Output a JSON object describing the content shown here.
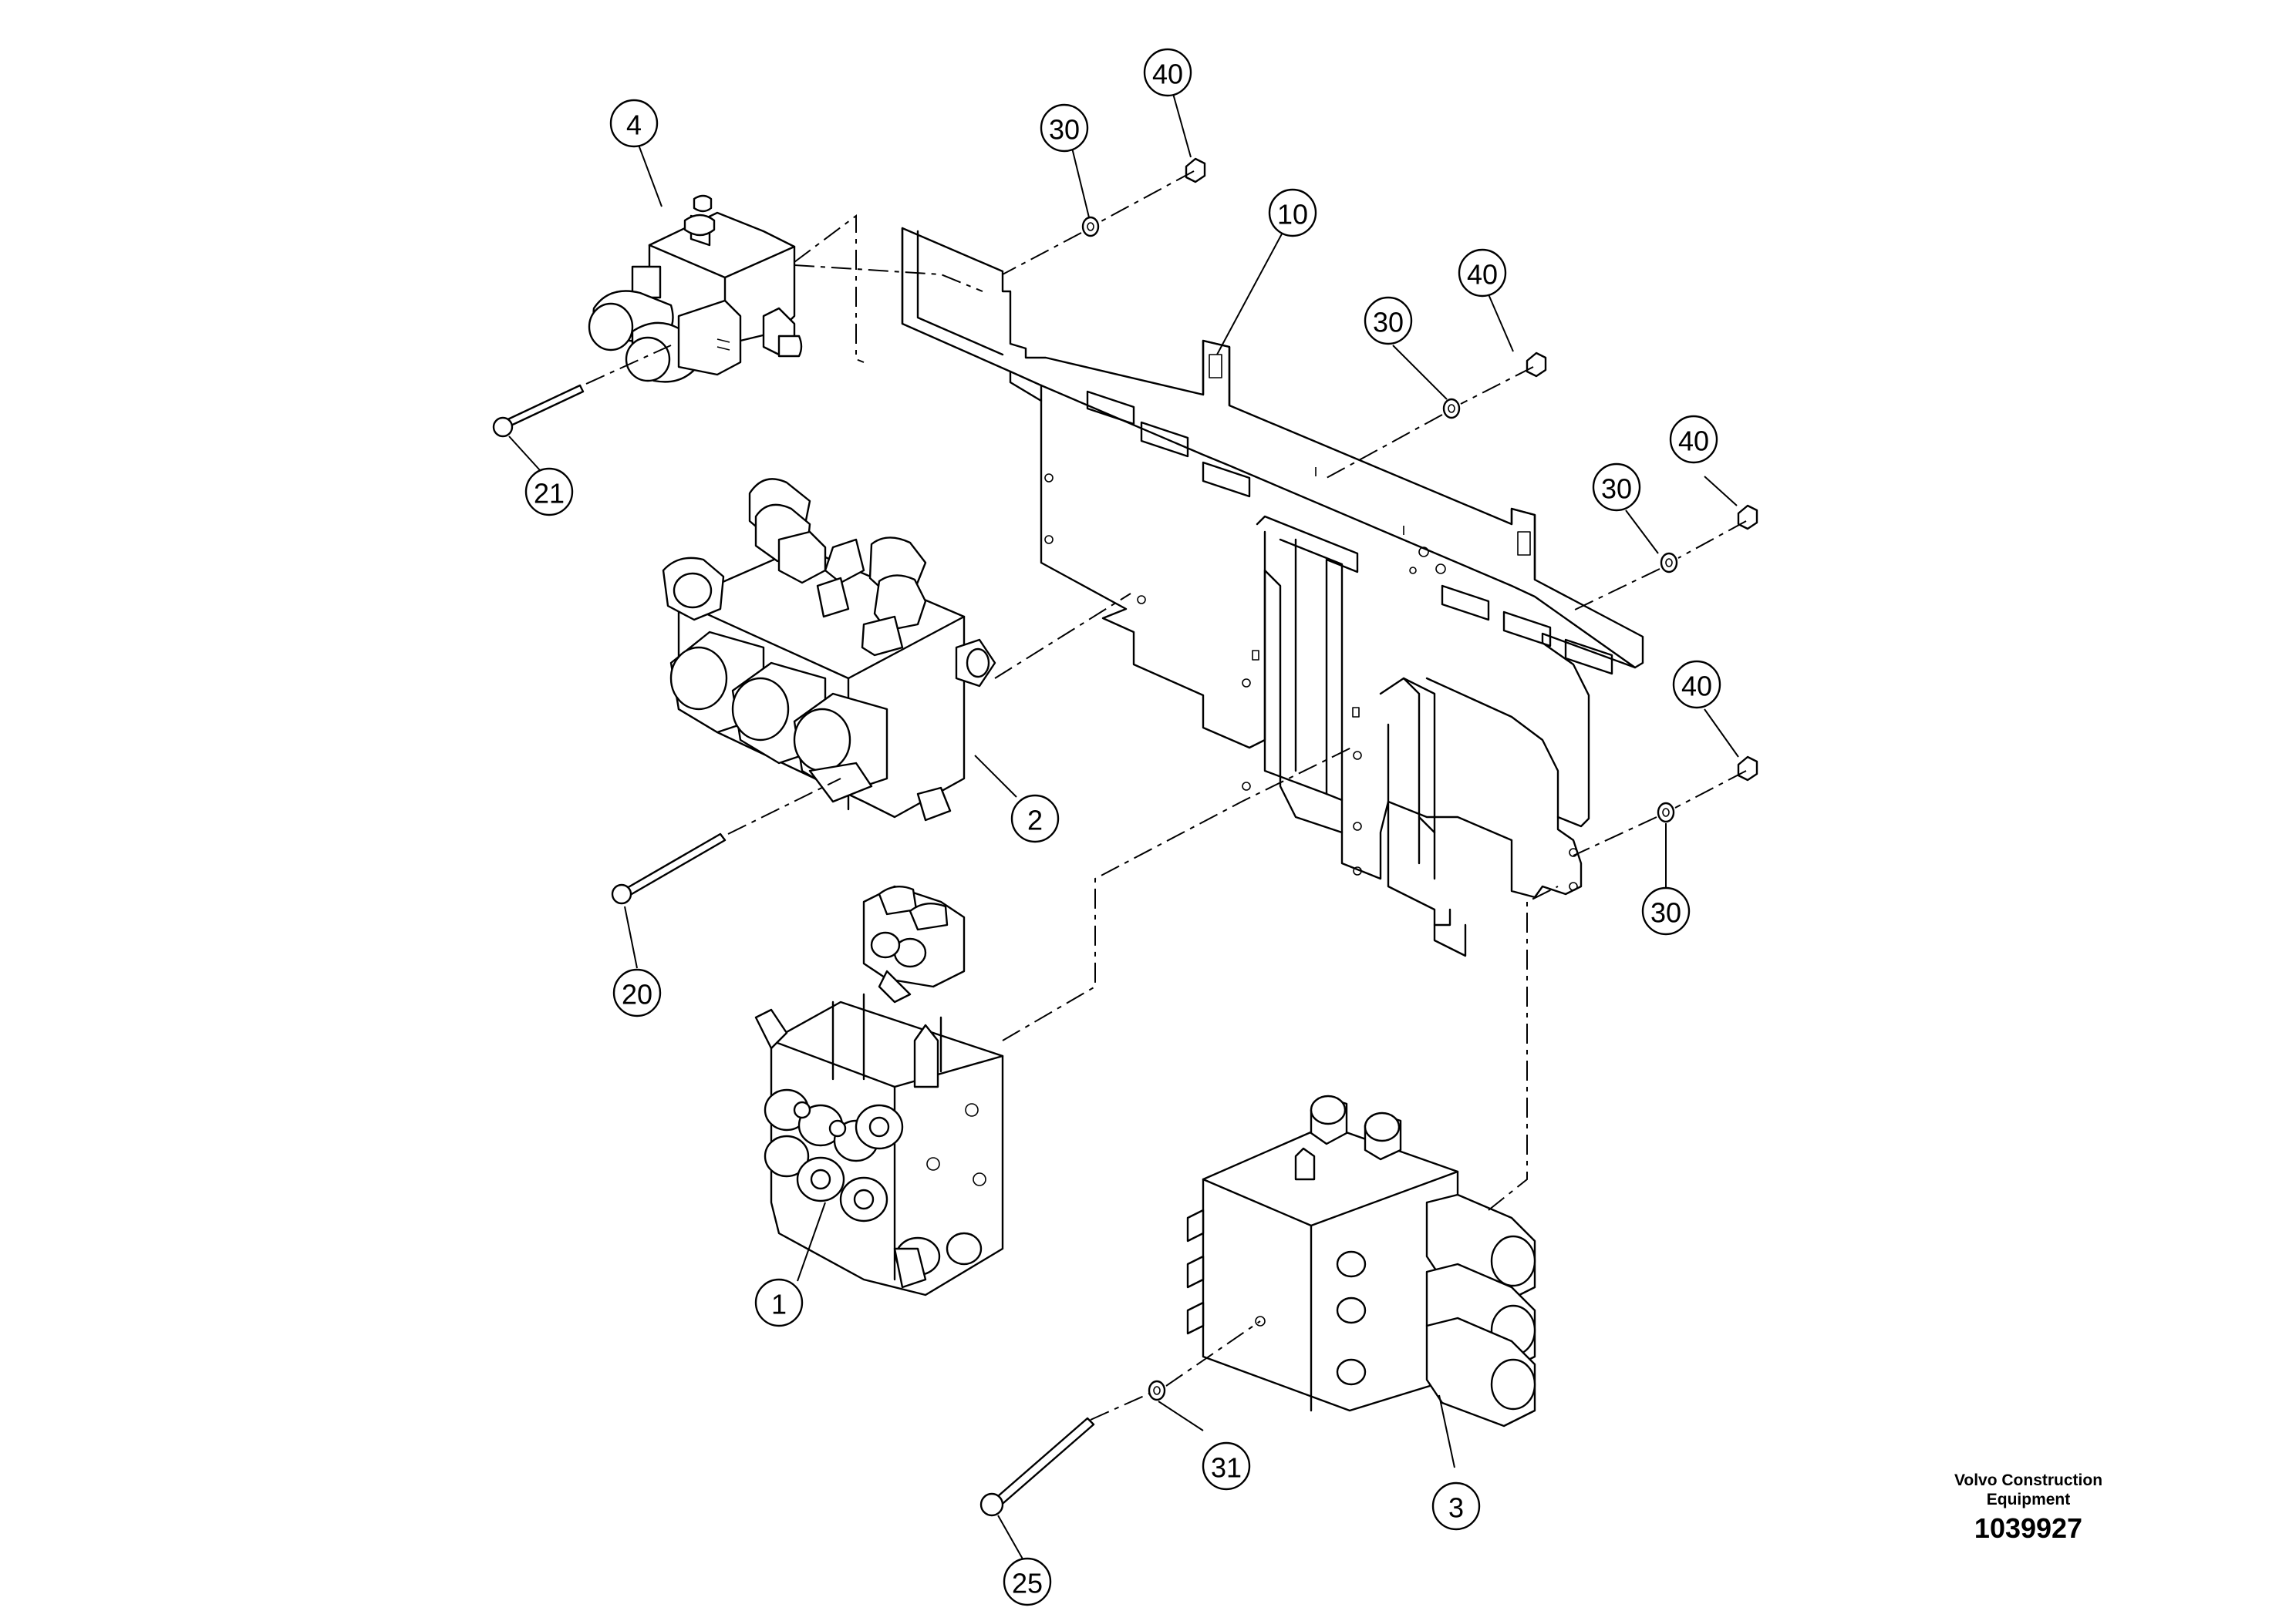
{
  "callouts": [
    {
      "id": "c-4",
      "label": "4"
    },
    {
      "id": "c-40a",
      "label": "40"
    },
    {
      "id": "c-30a",
      "label": "30"
    },
    {
      "id": "c-10",
      "label": "10"
    },
    {
      "id": "c-40b",
      "label": "40"
    },
    {
      "id": "c-30b",
      "label": "30"
    },
    {
      "id": "c-21",
      "label": "21"
    },
    {
      "id": "c-40c",
      "label": "40"
    },
    {
      "id": "c-30c",
      "label": "30"
    },
    {
      "id": "c-40d",
      "label": "40"
    },
    {
      "id": "c-2",
      "label": "2"
    },
    {
      "id": "c-30d",
      "label": "30"
    },
    {
      "id": "c-20",
      "label": "20"
    },
    {
      "id": "c-1",
      "label": "1"
    },
    {
      "id": "c-31",
      "label": "31"
    },
    {
      "id": "c-3",
      "label": "3"
    },
    {
      "id": "c-25",
      "label": "25"
    }
  ],
  "footer": {
    "brand_line1": "Volvo Construction",
    "brand_line2": "Equipment",
    "drawing_number": "1039927"
  }
}
